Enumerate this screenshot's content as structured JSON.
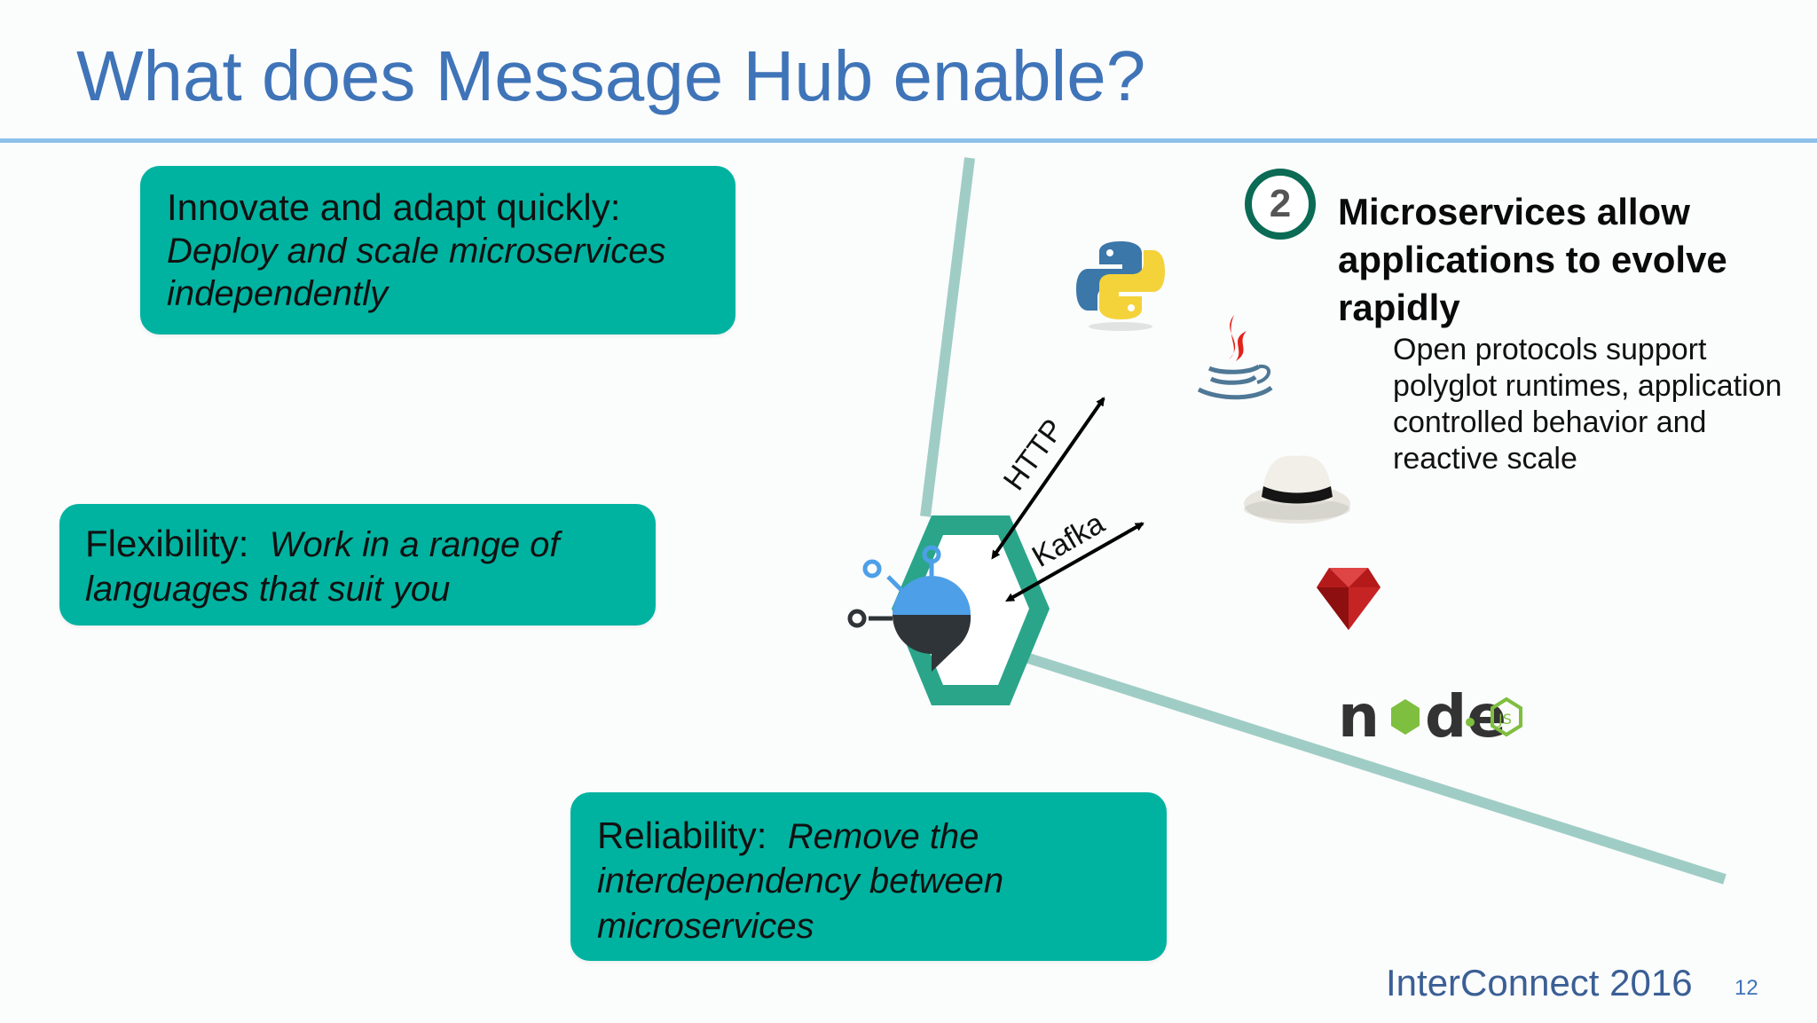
{
  "slide": {
    "title": "What does Message Hub enable?",
    "footer": "InterConnect 2016",
    "page_number": "12"
  },
  "boxes": {
    "innovate": {
      "lead": "Innovate and adapt quickly:",
      "sub": "Deploy and scale microservices independently"
    },
    "flexibility": {
      "lead": "Flexibility:",
      "sub": "Work in a range of languages that suit you"
    },
    "reliability": {
      "lead": "Reliability:",
      "sub": "Remove the interdependency between microservices"
    }
  },
  "callout": {
    "number": "2",
    "heading": "Microservices allow applications to evolve rapidly",
    "description": "Open protocols support polyglot runtimes, application controlled behavior and reactive scale"
  },
  "diagram": {
    "protocols": [
      "HTTP",
      "Kafka"
    ],
    "runtime_logos": [
      "python-logo",
      "java-logo",
      "redhat-logo",
      "ruby-logo",
      "nodejs-logo"
    ],
    "hub_icon": "message-hub-icon"
  },
  "colors": {
    "title": "#3f74b8",
    "box_fill": "#00b3a0",
    "divider_lines": "#9fcdc5",
    "hexagon": "#2aa58a",
    "badge_ring": "#0b6b55"
  }
}
